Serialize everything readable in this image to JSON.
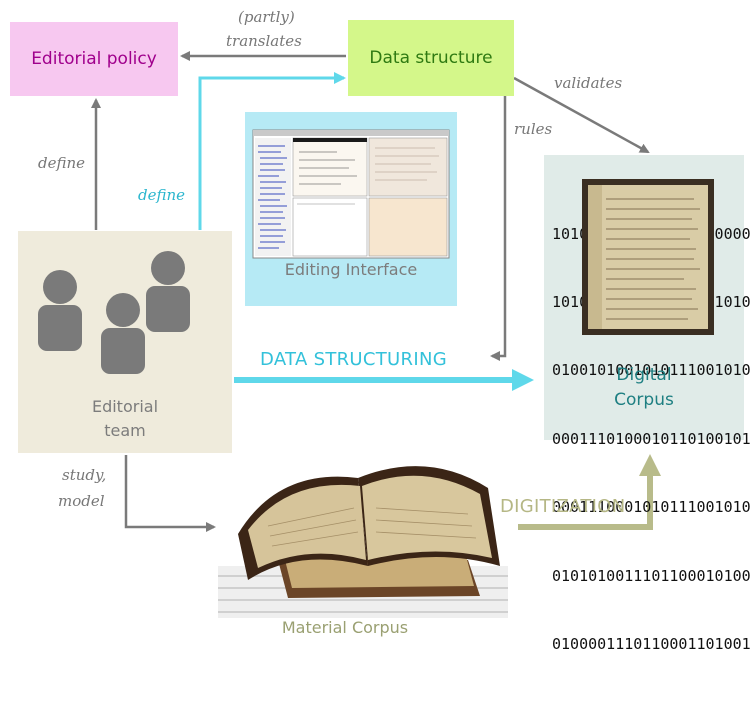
{
  "nodes": {
    "editorial_policy": "Editorial policy",
    "data_structure": "Data structure",
    "editorial_team": [
      "Editorial",
      "team"
    ],
    "editing_interface": "Editing Interface",
    "digital_corpus": [
      "Digital",
      "Corpus"
    ],
    "material_corpus": "Material Corpus"
  },
  "edges": {
    "translates": [
      "(partly)",
      "translates"
    ],
    "validates": "validates",
    "rules": "rules",
    "define_gray": "define",
    "define_cyan": "define",
    "study_model": [
      "study,",
      "model"
    ],
    "data_structuring": "DATA STRUCTURING",
    "digitization": "DIGITIZATION"
  },
  "binary_rows": [
    "1010010011100100010000",
    "1010111011001010101010",
    "0100101001010111001010",
    "0001110100010110100101",
    "0001110001010111001010",
    "0101010011101100010100",
    "0100001110110001101001"
  ],
  "colors": {
    "policy_fill": "#f7c8f0",
    "data_structure_fill": "#d4f78a",
    "team_fill": "#efebdc",
    "interface_fill": "#b6eaf5",
    "corpus_fill": "#e0ebe8",
    "cyan_arrow": "#5fd8ea",
    "olive_arrow": "#b8bb8a",
    "gray_arrow": "#7a7a7a"
  }
}
